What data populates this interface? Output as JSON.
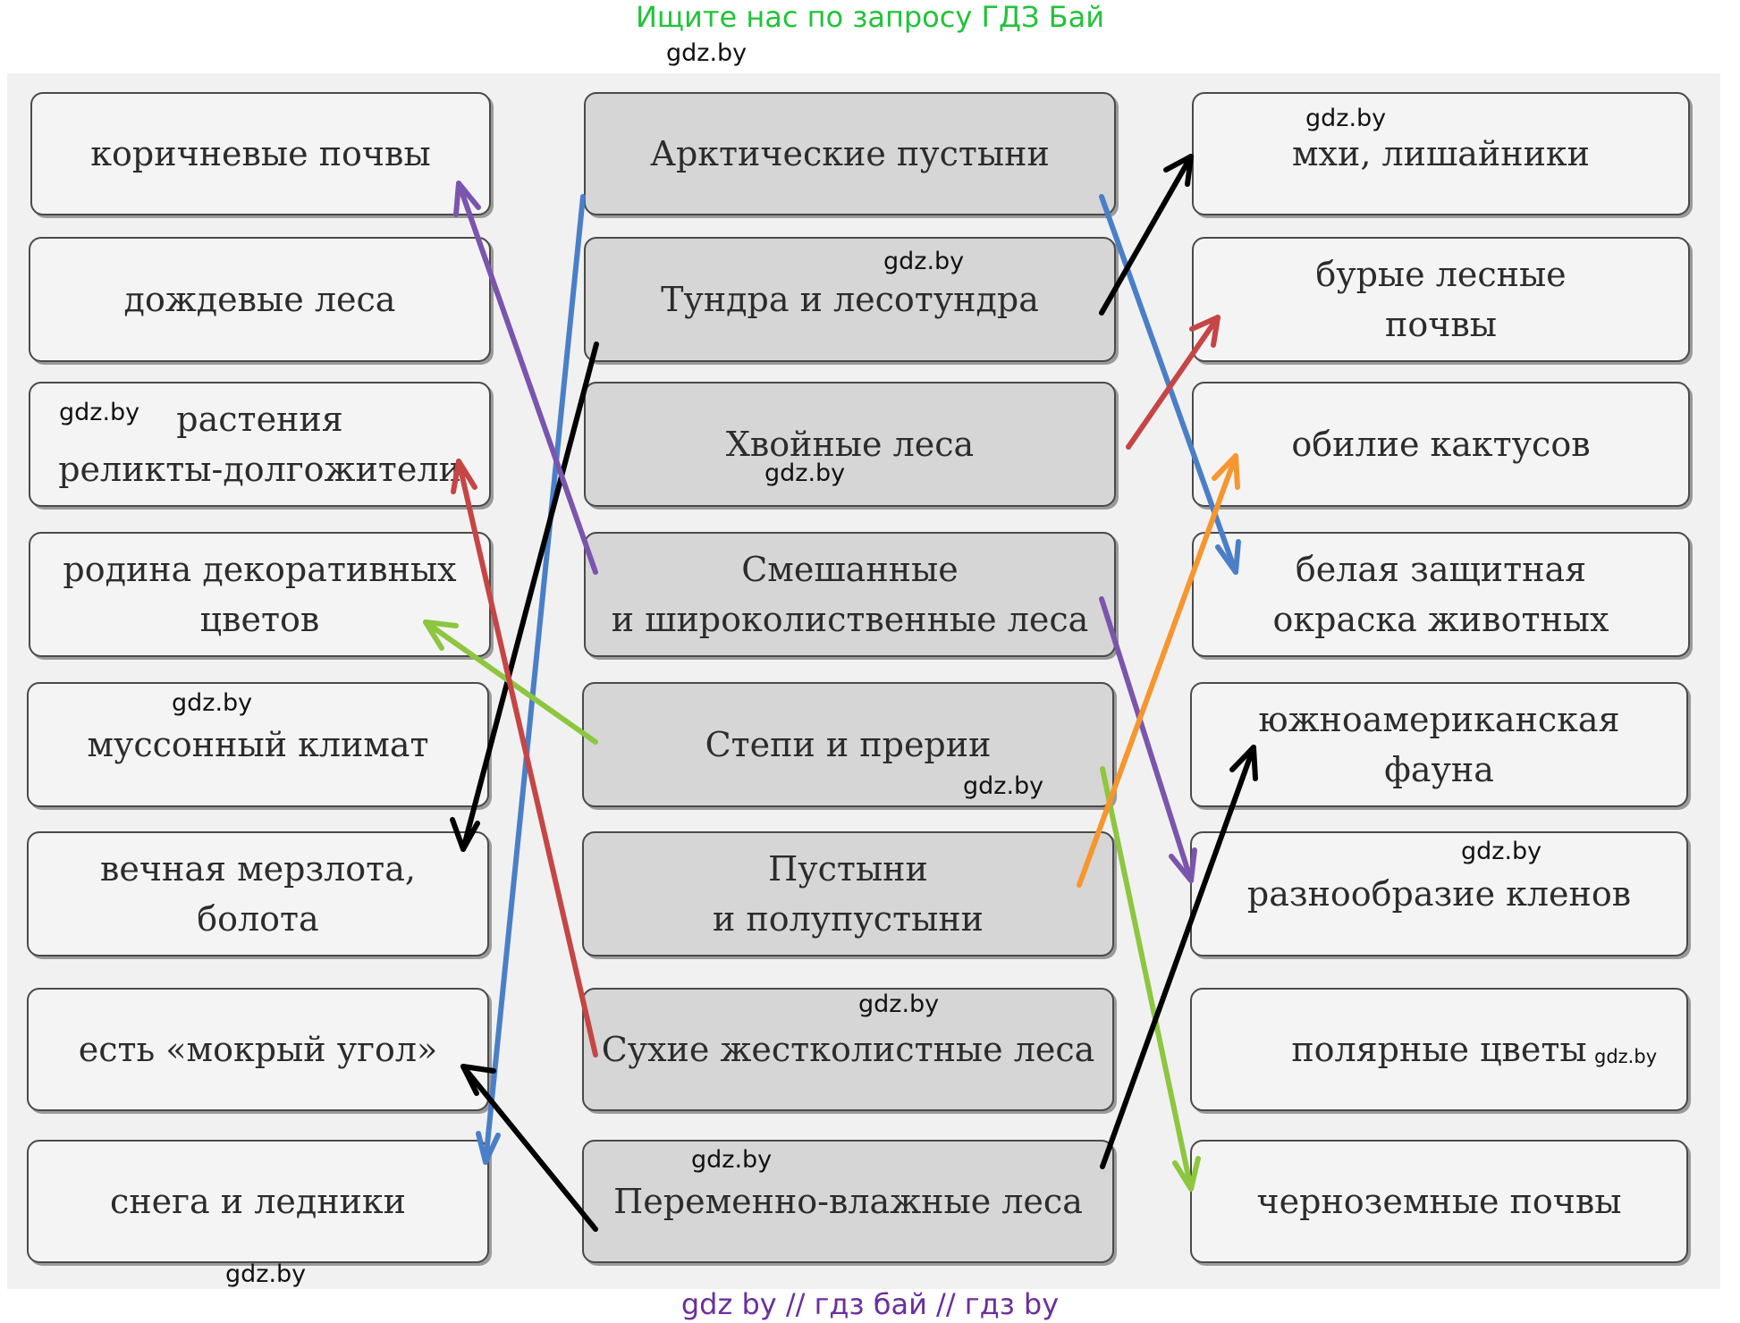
{
  "header": {
    "text": "Ищите нас по запросу ГДЗ Бай"
  },
  "footer": {
    "text": "gdz by  //  гдз бай  //  гдз by"
  },
  "watermark": {
    "text": "gdz.by"
  },
  "left_column": [
    "коричневые почвы",
    "дождевые леса",
    "растения\nреликты-долгожители",
    "родина декоративных\nцветов",
    "муссонный климат",
    "вечная мерзлота,\nболота",
    "есть «мокрый угол»",
    "снега и ледники"
  ],
  "middle_column": [
    "Арктические пустыни",
    "Тундра и лесотундра",
    "Хвойные леса",
    "Смешанные\nи широколиственные леса",
    "Степи и прерии",
    "Пустыни\nи полупустыни",
    "Сухие жестколистные леса",
    "Переменно-влажные леса"
  ],
  "right_column": [
    "мхи, лишайники",
    "бурые лесные\nпочвы",
    "обилие кактусов",
    "белая защитная\nокраска животных",
    "южноамериканская\nфауна",
    "разнообразие кленов",
    "полярные цветы",
    "черноземные почвы"
  ],
  "arrow_colors": {
    "blue": "#4a7fc8",
    "purple": "#7b55ad",
    "black": "#000000",
    "red": "#c64545",
    "green": "#8dc63f",
    "orange": "#f7962e"
  }
}
